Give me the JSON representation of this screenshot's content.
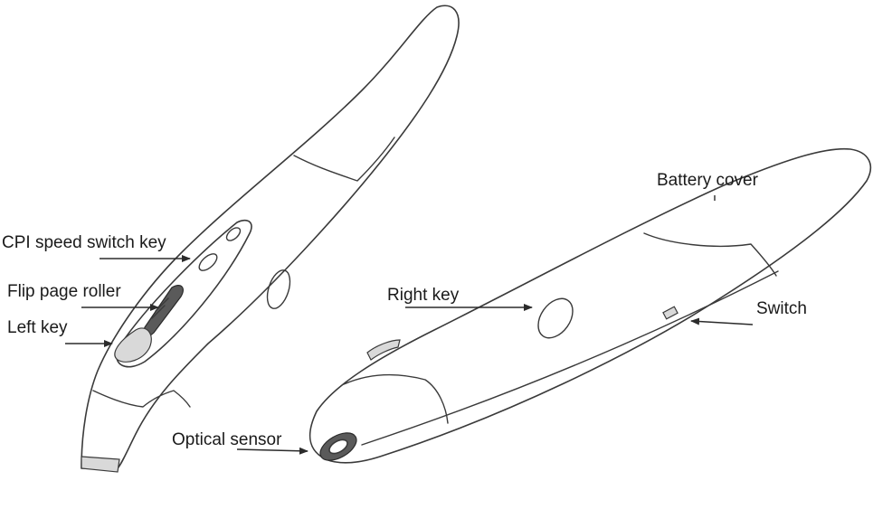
{
  "labels": {
    "cpi_switch": "CPI speed switch key",
    "flip_roller": "Flip page roller",
    "left_key": "Left key",
    "optical_sensor": "Optical sensor",
    "right_key": "Right key",
    "battery_cover": "Battery cover",
    "switch": "Switch"
  },
  "colors": {
    "outline": "#3a3a3a",
    "text": "#1a1a1a",
    "background": "#ffffff"
  }
}
